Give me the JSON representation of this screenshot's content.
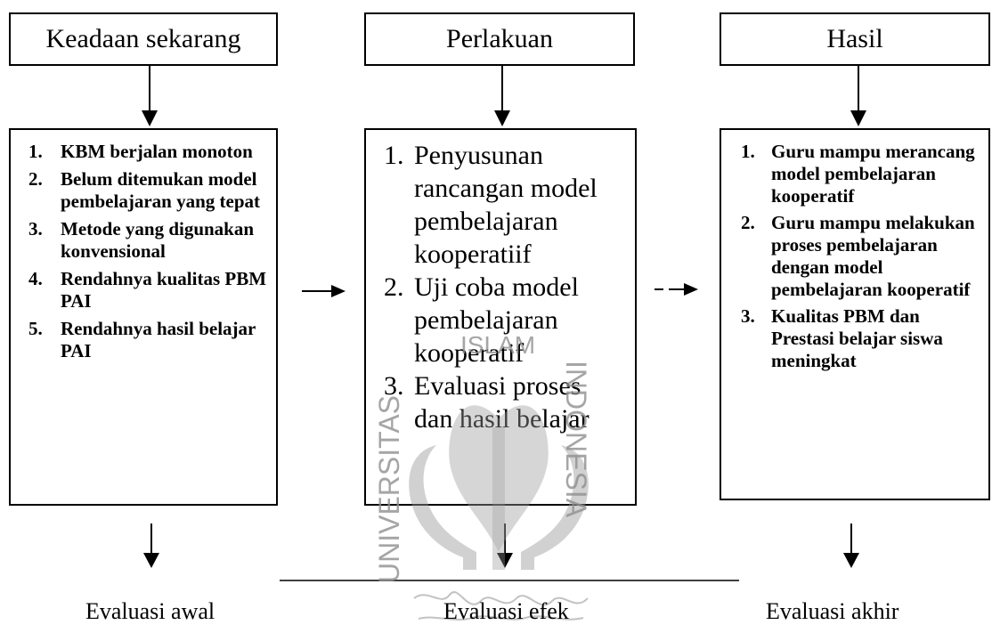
{
  "columns": [
    {
      "header": "Keadaan sekarang",
      "items": [
        {
          "num": "1.",
          "text": "KBM berjalan monoton"
        },
        {
          "num": "2.",
          "text": "Belum ditemukan model pembelajaran yang tepat"
        },
        {
          "num": "3.",
          "text": "Metode yang digunakan konvensional"
        },
        {
          "num": "4.",
          "text": "Rendahnya kualitas PBM PAI"
        },
        {
          "num": "5.",
          "text": "Rendahnya hasil belajar PAI"
        }
      ],
      "footer": "Evaluasi awal"
    },
    {
      "header": "Perlakuan",
      "items": [
        {
          "num": "1.",
          "text": "Penyusunan rancangan model pembelajaran kooperatiif"
        },
        {
          "num": "2.",
          "text": "Uji coba model pembelajaran kooperatif"
        },
        {
          "num": "3.",
          "text": "Evaluasi proses dan hasil belajar"
        }
      ],
      "footer": "Evaluasi efek"
    },
    {
      "header": "Hasil",
      "items": [
        {
          "num": "1.",
          "text": "Guru mampu merancang model pembelajaran kooperatif"
        },
        {
          "num": "2.",
          "text": "Guru mampu melakukan proses pembelajaran dengan model pembelajaran kooperatif"
        },
        {
          "num": "3.",
          "text": "Kualitas PBM dan Prestasi belajar siswa meningkat"
        }
      ],
      "footer": "Evaluasi akhir"
    }
  ],
  "watermark": {
    "left_text": "UNIVERSITAS",
    "top_text": "ISLAM",
    "right_text": "INDONESIA",
    "color": "#8f8f8f"
  }
}
